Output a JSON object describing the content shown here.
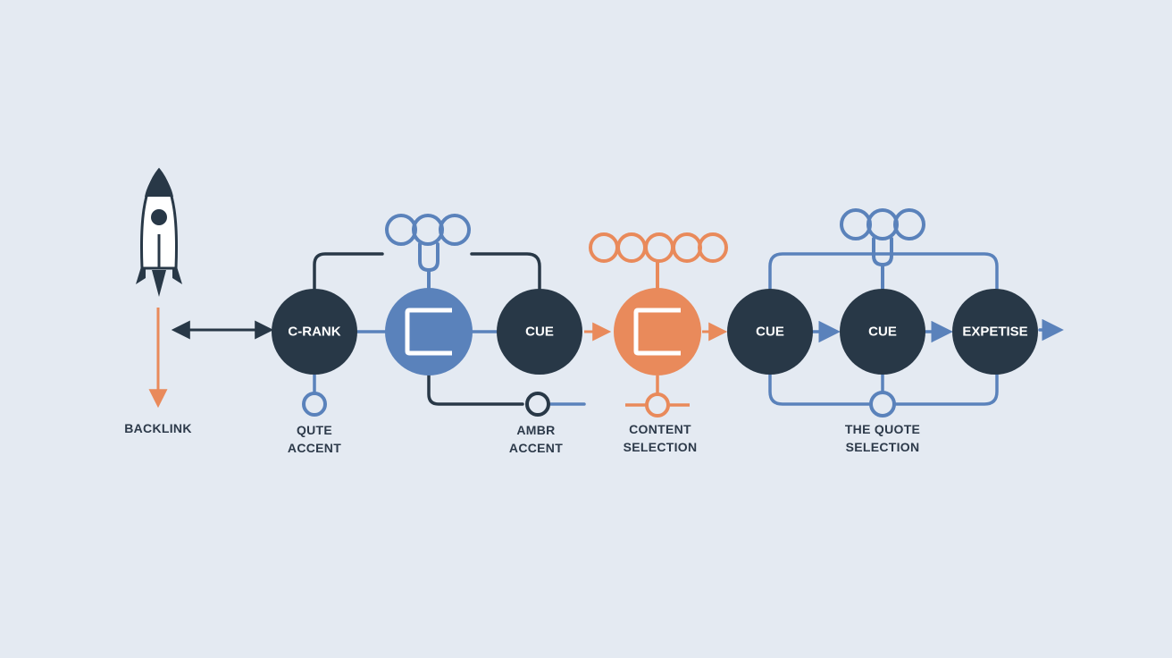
{
  "colors": {
    "background": "#e4eaf2",
    "dark": "#283847",
    "blue": "#5a82bb",
    "orange": "#e98a5b",
    "caption": "#2d3a4a"
  },
  "icons": {
    "rocket": "rocket-icon",
    "bracket": "c-bracket-icon",
    "chain": "chain-rings-icon"
  },
  "nodes": {
    "crank": "C-RANK",
    "cue_1": "CUE",
    "cue_2": "CUE",
    "cue_3": "CUE",
    "expertise": "EXPETISE"
  },
  "labels": {
    "backlink": "BACKLINK",
    "qute_accent": [
      "QUTE",
      "ACCENT"
    ],
    "ambr_accent": [
      "AMBR",
      "ACCENT"
    ],
    "content_selection": [
      "CONTENT",
      "SELECTION"
    ],
    "quote_selection": [
      "THE QUOTE",
      "SELECTION"
    ]
  }
}
